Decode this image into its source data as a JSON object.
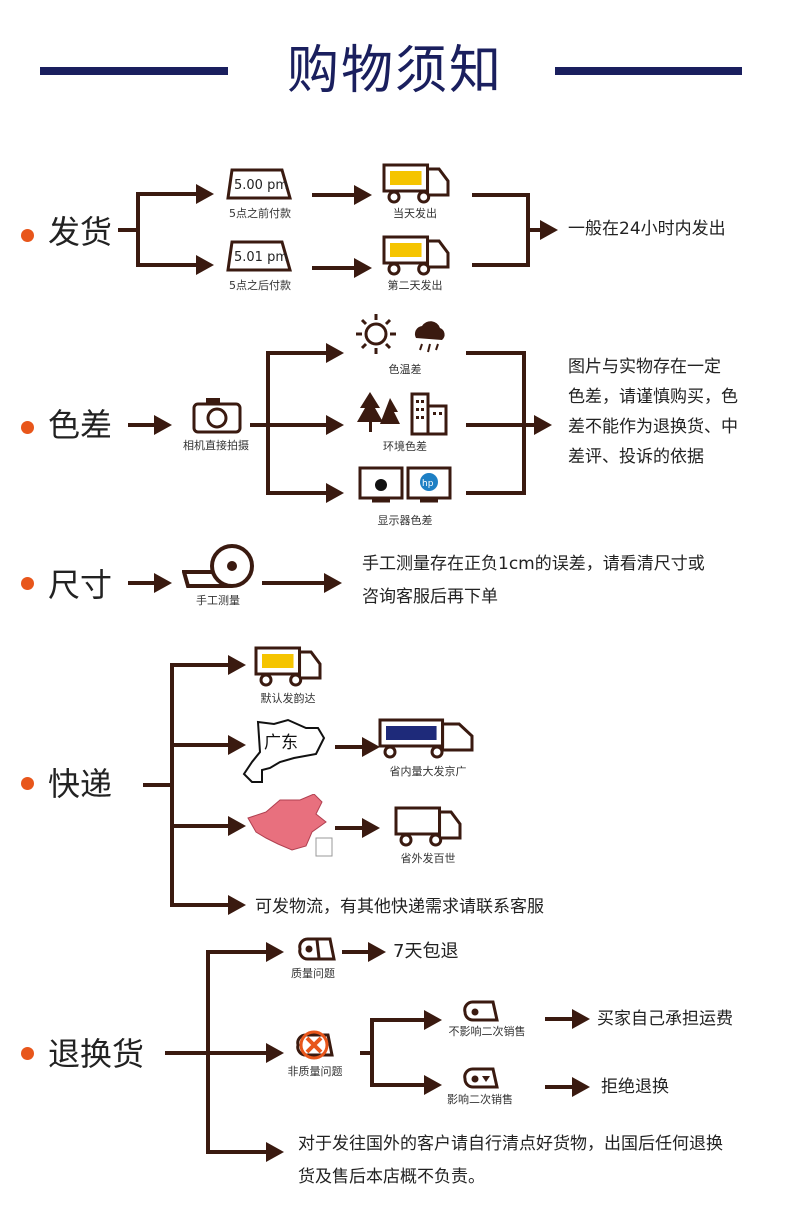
{
  "title": "购物须知",
  "colors": {
    "navy": "#1a1f5e",
    "brown": "#3a1a10",
    "accent": "#e8561b"
  },
  "shipping": {
    "label": "发货",
    "before": {
      "time": "5.00 pm",
      "caption": "5点之前付款",
      "result": "当天发出"
    },
    "after": {
      "time": "5.01 pm",
      "caption": "5点之后付款",
      "result": "第二天发出"
    },
    "summary": "一般在24小时内发出"
  },
  "color_diff": {
    "label": "色差",
    "source": "相机直接拍摄",
    "causes": [
      "色温差",
      "环境色差",
      "显示器色差"
    ],
    "note": [
      "图片与实物存在一定",
      "色差，请谨慎购买，色",
      "差不能作为退换货、中",
      "差评、投诉的依据"
    ]
  },
  "size": {
    "label": "尺寸",
    "source": "手工测量",
    "note": [
      "手工测量存在正负1cm的误差，请看清尺寸或",
      "咨询客服后再下单"
    ]
  },
  "express": {
    "label": "快递",
    "default": "默认发韵达",
    "province_map_label": "广东",
    "in_province": "省内量大发京广",
    "out_province": "省外发百世",
    "other": "可发物流，有其他快递需求请联系客服"
  },
  "returns": {
    "label": "退换货",
    "quality": "质量问题",
    "quality_result": "7天包退",
    "non_quality": "非质量问题",
    "no_affect": "不影响二次销售",
    "no_affect_result": "买家自己承担运费",
    "affect": "影响二次销售",
    "affect_result": "拒绝退换",
    "international": [
      "对于发往国外的客户请自行清点好货物，出国后任何退换",
      "货及售后本店概不负责。"
    ]
  }
}
